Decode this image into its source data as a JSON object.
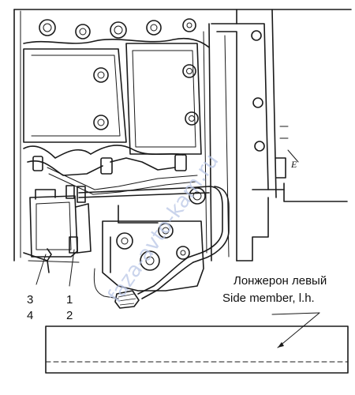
{
  "callouts": {
    "n1": "1",
    "n2": "2",
    "n3": "3",
    "n4": "4"
  },
  "side_member": {
    "label_ru": "Лонжерон левый",
    "label_en": "Side member, l.h."
  },
  "letter_mark": "E",
  "watermark": "faza-avto-kam.ru"
}
